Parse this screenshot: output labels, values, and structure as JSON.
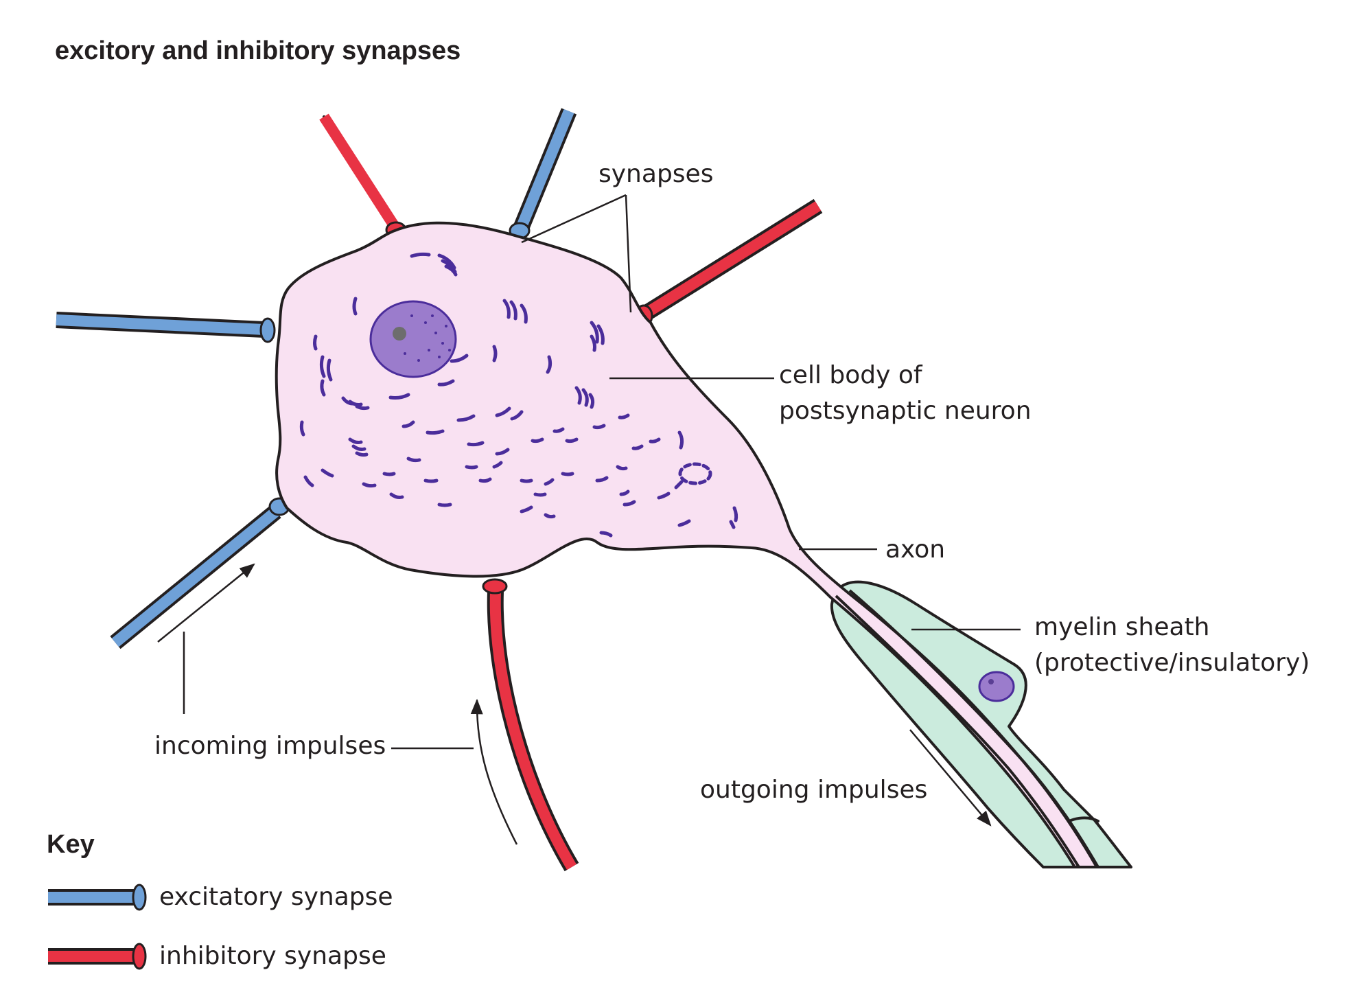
{
  "title": "excitory and inhibitory synapses",
  "labels": {
    "synapses": "synapses",
    "cell_body_line1": "cell body of",
    "cell_body_line2": "postsynaptic neuron",
    "axon": "axon",
    "myelin_line1": "myelin sheath",
    "myelin_line2": "(protective/insulatory)",
    "incoming": "incoming impulses",
    "outgoing": "outgoing impulses"
  },
  "key": {
    "title": "Key",
    "items": [
      {
        "label": "excitatory synapse",
        "color": "#6fa1d8"
      },
      {
        "label": "inhibitory synapse",
        "color": "#e83344"
      }
    ]
  },
  "colors": {
    "cell_body_fill": "#f9e1f2",
    "myelin_fill": "#cbebdd",
    "nucleus_fill": "#9b7ccc",
    "organelle": "#4b2d9b",
    "excitatory": "#6fa1d8",
    "inhibitory": "#e83344"
  }
}
